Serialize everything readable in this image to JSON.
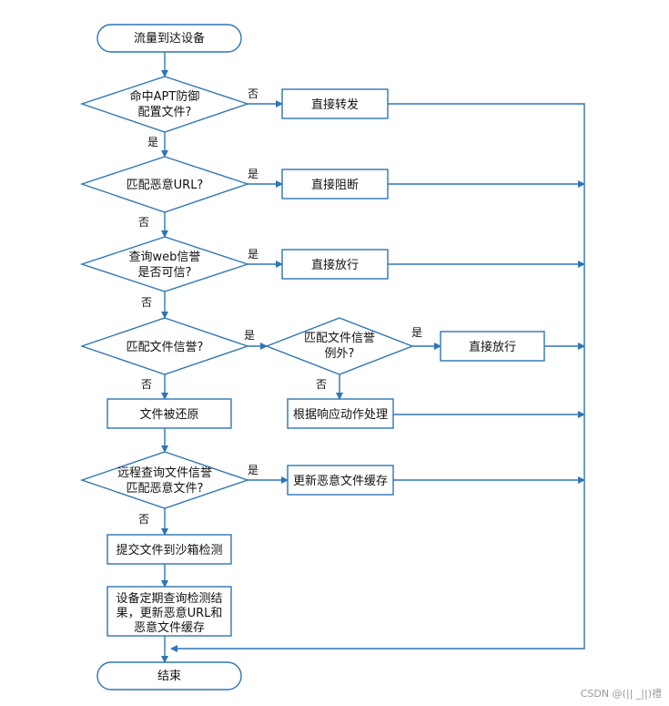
{
  "nodes": {
    "start": "流量到达设备",
    "d1_l1": "命中APT防御",
    "d1_l2": "配置文件?",
    "p_forward": "直接转发",
    "d2": "匹配恶意URL?",
    "p_block": "直接阻断",
    "d3_l1": "查询web信誉",
    "d3_l2": "是否可信?",
    "p_pass1": "直接放行",
    "d4": "匹配文件信誉?",
    "d5_l1": "匹配文件信誉",
    "d5_l2": "例外?",
    "p_pass2": "直接放行",
    "p_restore": "文件被还原",
    "p_handle": "根据响应动作处理",
    "d6_l1": "远程查询文件信誉",
    "d6_l2": "匹配恶意文件?",
    "p_update_cache": "更新恶意文件缓存",
    "p_sandbox": "提交文件到沙箱检测",
    "p_periodic_l1": "设备定期查询检测结",
    "p_periodic_l2": "果，更新恶意URL和",
    "p_periodic_l3": "恶意文件缓存",
    "end": "结束"
  },
  "edge_labels": {
    "yes": "是",
    "no": "否"
  },
  "watermark": "CSDN @(|| _||)禮",
  "colors": {
    "stroke": "#2e75b6",
    "text": "#111111"
  }
}
